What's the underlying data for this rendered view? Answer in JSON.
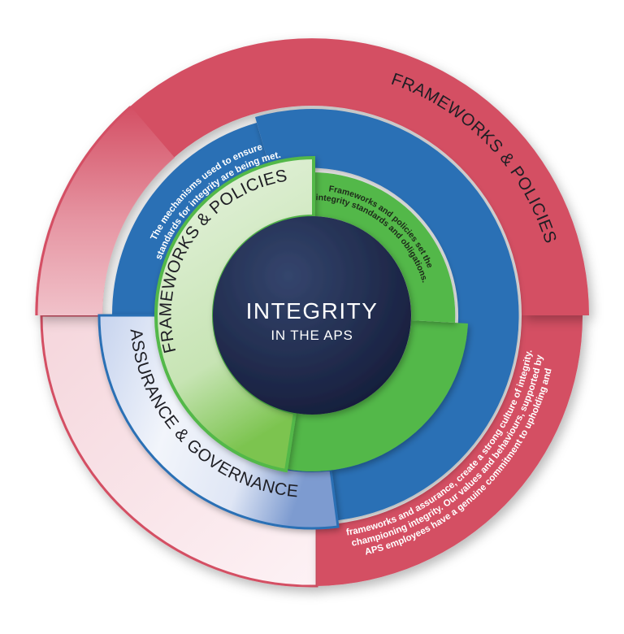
{
  "diagram": {
    "center": {
      "title": "INTEGRITY",
      "subtitle": "IN THE APS"
    },
    "rings": {
      "outer_label": "FRAMEWORKS & POLICIES",
      "outer_description": {
        "line1": "APS employees have a genuine commitment to upholding and",
        "line2": "championing integrity. Our values and behaviours, supported by",
        "line3": "frameworks and assurance, create a strong culture of integrity."
      },
      "middle_label": "ASSURANCE & GOVERNANCE",
      "middle_description": {
        "line1": "The mechanisms used to ensure",
        "line2": "standards for integrity are being met."
      },
      "inner_label": "FRAMEWORKS & POLICIES",
      "inner_description": {
        "line1": "Frameworks and policies set the",
        "line2": "integrity standards and obligations."
      }
    },
    "colors": {
      "outer_red": "#d44f64",
      "outer_pink_light": "#fbeef1",
      "blue": "#2b6fb5",
      "assurance_light": "#eef2fa",
      "green": "#52b848",
      "green_light": "#e3f1dc",
      "center_navy": "#1e2747"
    }
  }
}
